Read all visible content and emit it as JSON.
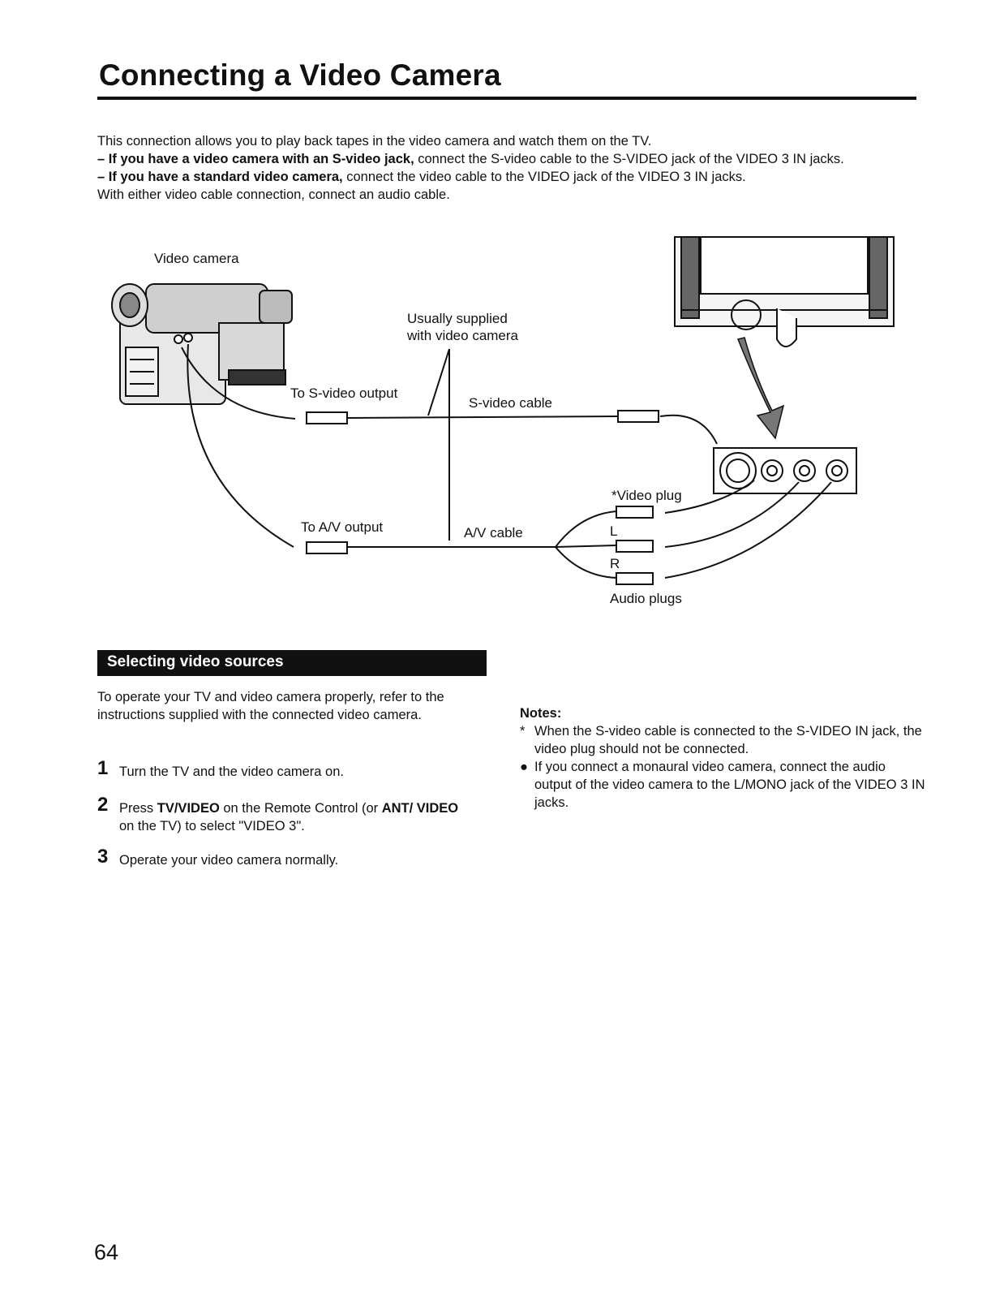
{
  "title": "Connecting a Video Camera",
  "intro": {
    "line1": "This connection allows you to play back tapes in the video camera and watch them on the TV.",
    "bullet1_dash": "–",
    "bullet1_bold": "If you have a video camera with an S-video jack,",
    "bullet1_text": " connect the S-video cable to the S-VIDEO jack of the VIDEO 3 IN jacks.",
    "bullet2_dash": "–",
    "bullet2_bold": "If you have a standard video camera,",
    "bullet2_text": " connect the video cable to the VIDEO jack of the VIDEO 3 IN jacks.",
    "line4": "With either video cable connection, connect an audio cable."
  },
  "diagram": {
    "video_camera": "Video camera",
    "usually_supplied_1": "Usually supplied",
    "usually_supplied_2": "with video camera",
    "to_s_video_output": "To S-video output",
    "s_video_cable": "S-video cable",
    "video_plug": "*Video plug",
    "to_av_output": "To A/V output",
    "av_cable": "A/V cable",
    "l_label": "L",
    "r_label": "R",
    "audio_plugs": "Audio plugs"
  },
  "section": {
    "banner": "Selecting video sources",
    "lead": "To operate your TV and video camera properly, refer to the instructions supplied with the connected video camera.",
    "steps": [
      {
        "num": "1",
        "pre": "Turn the TV and the video camera on."
      },
      {
        "num": "2",
        "pre": "Press ",
        "b1": "TV/VIDEO",
        "mid": " on the Remote Control (or ",
        "b2": "ANT/ VIDEO",
        "post": " on the TV) to select \"VIDEO 3\"."
      },
      {
        "num": "3",
        "pre": "Operate your video camera normally."
      }
    ]
  },
  "notes": {
    "heading": "Notes:",
    "items": [
      {
        "marker": "*",
        "text": "When the S-video cable is connected to the S-VIDEO IN jack, the video plug should not be connected."
      },
      {
        "marker": "●",
        "text": "If you connect a monaural video camera, connect the audio output of the video camera to the L/MONO jack of the VIDEO 3 IN jacks."
      }
    ]
  },
  "page_number": "64"
}
